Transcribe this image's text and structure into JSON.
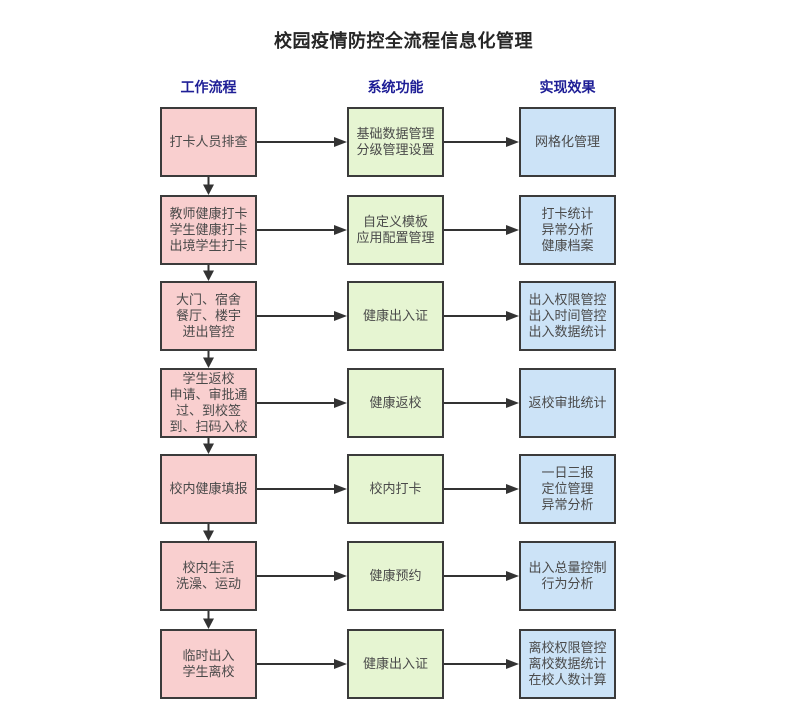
{
  "title": "校园疫情防控全流程信息化管理",
  "columns": [
    {
      "label": "工作流程"
    },
    {
      "label": "系统功能"
    },
    {
      "label": "实现效果"
    }
  ],
  "rows": [
    {
      "work": "打卡人员排查",
      "system": "基础数据管理\n分级管理设置",
      "effect": "网格化管理"
    },
    {
      "work": "教师健康打卡\n学生健康打卡\n出境学生打卡",
      "system": "自定义模板\n应用配置管理",
      "effect": "打卡统计\n异常分析\n健康档案"
    },
    {
      "work": "大门、宿舍\n餐厅、楼宇\n进出管控",
      "system": "健康出入证",
      "effect": "出入权限管控\n出入时间管控\n出入数据统计"
    },
    {
      "work": "学生返校\n申请、审批通\n过、到校签\n到、扫码入校",
      "system": "健康返校",
      "effect": "返校审批统计"
    },
    {
      "work": "校内健康填报",
      "system": "校内打卡",
      "effect": "一日三报\n定位管理\n异常分析"
    },
    {
      "work": "校内生活\n洗澡、运动",
      "system": "健康预约",
      "effect": "出入总量控制\n行为分析"
    },
    {
      "work": "临时出入\n学生离校",
      "system": "健康出入证",
      "effect": "离校权限管控\n离校数据统计\n在校人数计算"
    }
  ],
  "colors": {
    "work_fill": "#f9cfcf",
    "system_fill": "#e6f5d2",
    "effect_fill": "#cce3f7",
    "node_border": "#3b3b3b",
    "arrow": "#333333",
    "header_text": "#1e1e96",
    "title_text": "#262626",
    "node_text": "#4a4a4a",
    "background": "#ffffff"
  }
}
